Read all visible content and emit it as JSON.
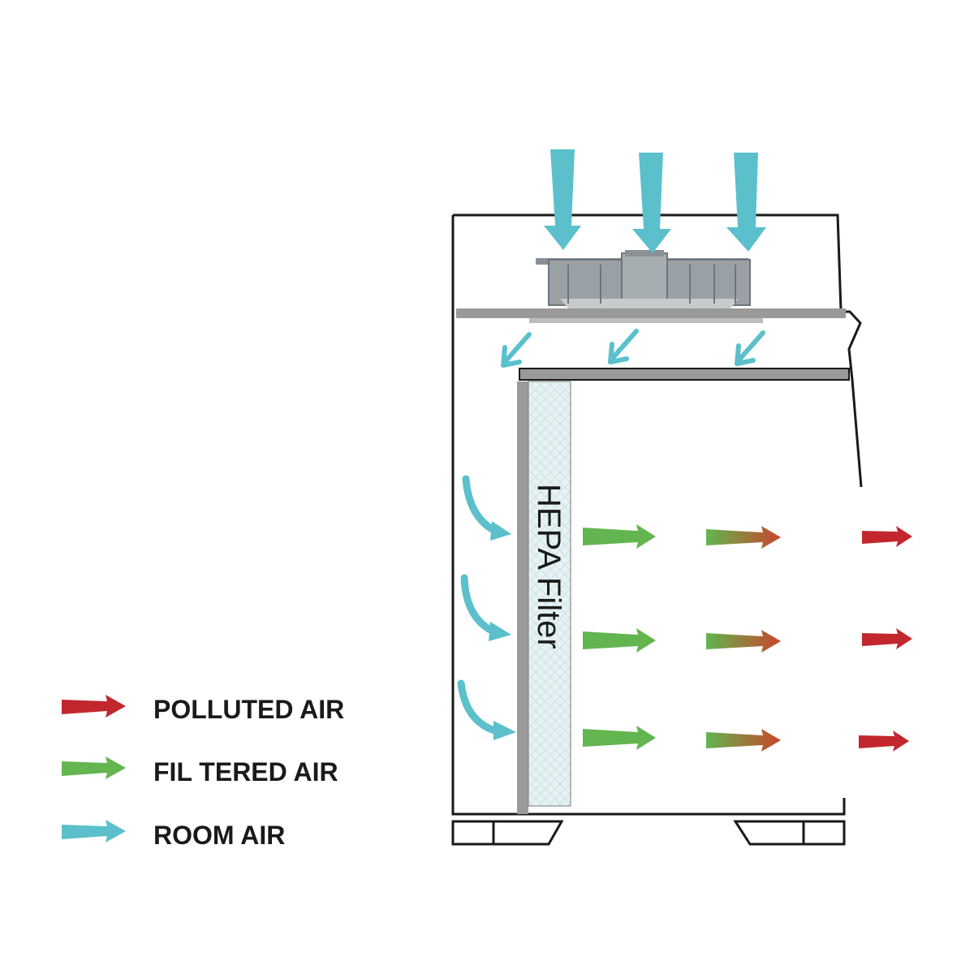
{
  "diagram": {
    "filter_label": "HEPA Filter",
    "colors": {
      "polluted": "#c1272d",
      "filtered": "#62b54f",
      "room": "#5bc0cc",
      "outline": "#1a1a1a",
      "panel_gray": "#9a9a9a",
      "filter_fill": "#e6f2f3",
      "fan_gray": "#8a9196"
    }
  },
  "legend": {
    "items": [
      {
        "key": "polluted",
        "label": "POLLUTED AIR",
        "color": "#c1272d"
      },
      {
        "key": "filtered",
        "label": "FIL TERED AIR",
        "color": "#62b54f"
      },
      {
        "key": "room",
        "label": "ROOM AIR",
        "color": "#5bc0cc"
      }
    ]
  }
}
